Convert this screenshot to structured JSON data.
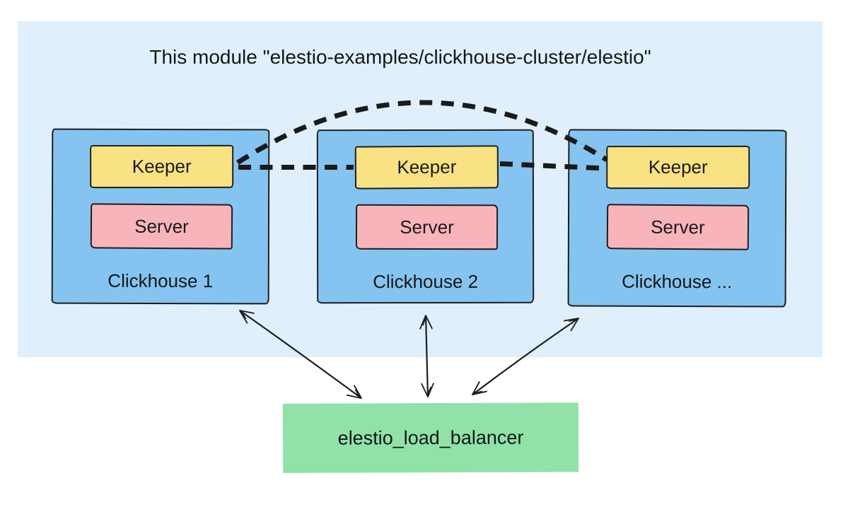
{
  "diagram": {
    "title": "This module \"elestio-examples/clickhouse-cluster/elestio\"",
    "nodes": [
      {
        "name": "Clickhouse 1",
        "keeper_label": "Keeper",
        "server_label": "Server"
      },
      {
        "name": "Clickhouse 2",
        "keeper_label": "Keeper",
        "server_label": "Server"
      },
      {
        "name": "Clickhouse ...",
        "keeper_label": "Keeper",
        "server_label": "Server"
      }
    ],
    "load_balancer_label": "elestio_load_balancer",
    "connections": [
      {
        "from": "Clickhouse 1 / Keeper",
        "to": "Clickhouse 2 / Keeper",
        "style": "thick-dashed-line"
      },
      {
        "from": "Clickhouse 2 / Keeper",
        "to": "Clickhouse ... / Keeper",
        "style": "thick-dashed-line"
      },
      {
        "from": "Clickhouse 1 / Keeper",
        "to": "Clickhouse ... / Keeper",
        "style": "thick-dashed-arc"
      },
      {
        "from": "Clickhouse 1",
        "to": "elestio_load_balancer",
        "style": "double-headed-arrow"
      },
      {
        "from": "Clickhouse 2",
        "to": "elestio_load_balancer",
        "style": "double-headed-arrow"
      },
      {
        "from": "Clickhouse ...",
        "to": "elestio_load_balancer",
        "style": "double-headed-arrow"
      }
    ],
    "colors": {
      "page_background": "#FFFFFF",
      "module_background": "#DFF0FC",
      "node_background": "#85C4F0",
      "keeper_background": "#F8E284",
      "server_background": "#F8B4BB",
      "load_balancer_background": "#90E2A8",
      "connector": "#1A1A1A"
    }
  }
}
